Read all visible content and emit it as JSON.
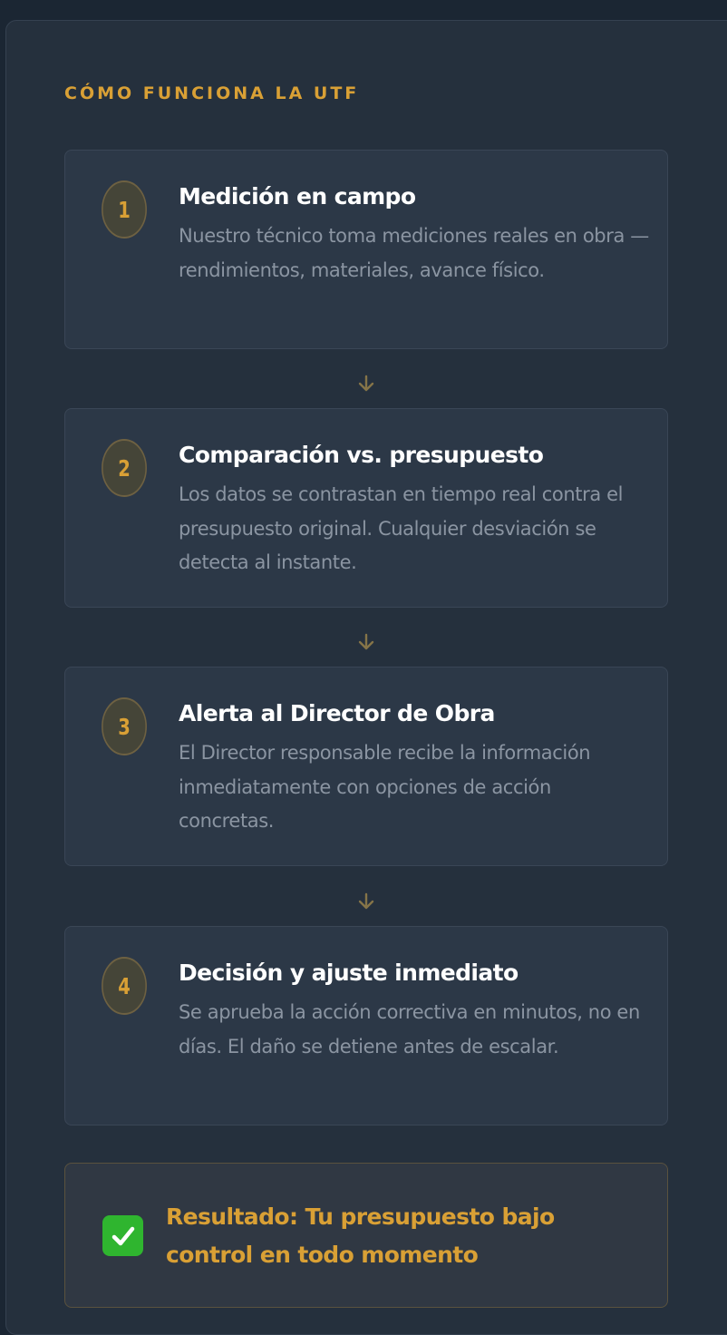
{
  "section": {
    "title": "CÓMO FUNCIONA LA UTF"
  },
  "steps": [
    {
      "number": "1",
      "title": "Medición en campo",
      "description": "Nuestro técnico toma mediciones reales en obra — rendimientos, materiales, avance físico."
    },
    {
      "number": "2",
      "title": "Comparación vs. presupuesto",
      "description": "Los datos se contrastan en tiempo real contra el presupuesto original. Cualquier desviación se detecta al instante."
    },
    {
      "number": "3",
      "title": "Alerta al Director de Obra",
      "description": "El Director responsable recibe la información inmediatamente con opciones de acción concretas."
    },
    {
      "number": "4",
      "title": "Decisión y ajuste inmediato",
      "description": "Se aprueba la acción correctiva en minutos, no en días. El daño se detiene antes de escalar."
    }
  ],
  "result": {
    "icon": "check-mark-button-icon",
    "text": "Resultado: Tu presupuesto bajo control en todo momento"
  },
  "colors": {
    "accent": "#d9a035",
    "panel": "#25303d",
    "card": "#2c3847",
    "text": "#ffffff",
    "muted": "#8b95a2",
    "success": "#2fb52f"
  }
}
